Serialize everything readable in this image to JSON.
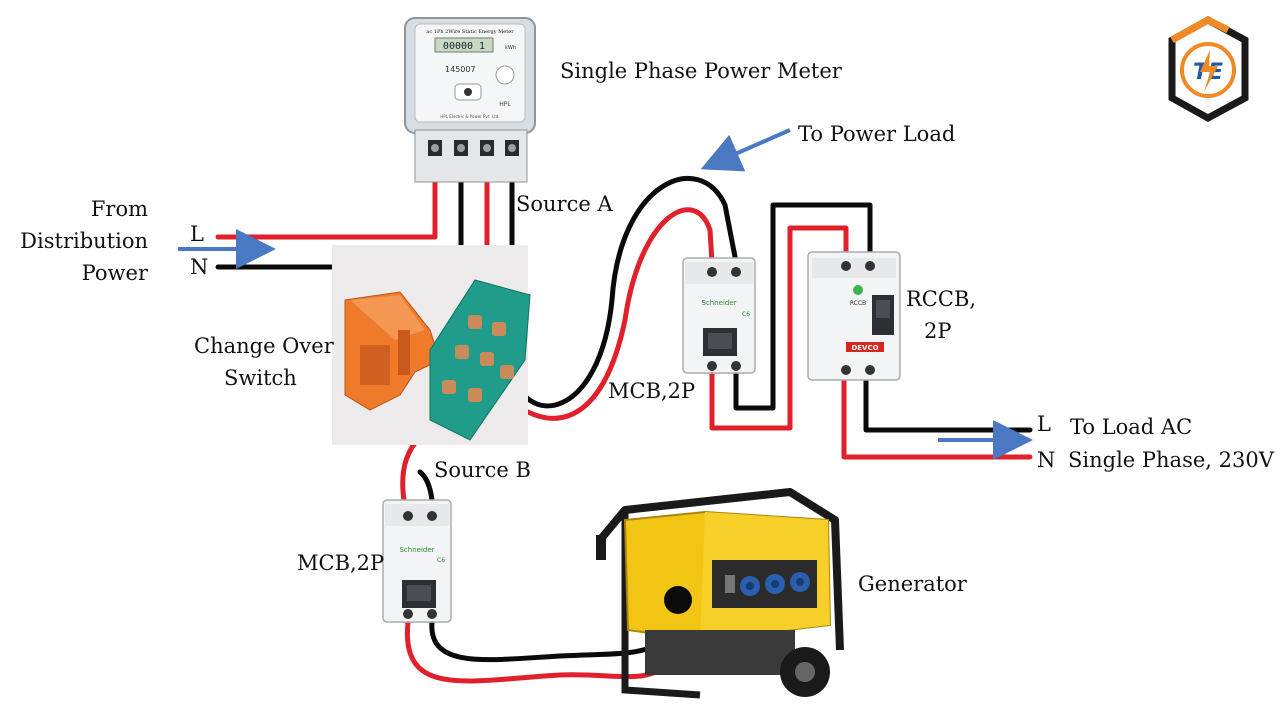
{
  "labels": {
    "meter": "Single Phase Power Meter",
    "meter_face_title": "ac 1Ph 2Wire Static Energy Meter",
    "meter_reading": "00000 1",
    "meter_serial": "145007",
    "meter_kwh": "kWh",
    "meter_brand": "HPL",
    "meter_footer": "HPL Electric & Power Pvt. Ltd.",
    "to_power_load": "To Power Load",
    "from_line1": "From",
    "from_line2": "Distribution",
    "from_line3": "Power",
    "l_in": "L",
    "n_in": "N",
    "source_a": "Source A",
    "source_b": "Source B",
    "change_over_line1": "Change Over",
    "change_over_line2": "Switch",
    "mcb_top": "MCB,2P",
    "mcb_bottom": "MCB,2P",
    "rccb_line1": "RCCB,",
    "rccb_line2": "2P",
    "rccb_face": "RCCB",
    "rccb_brand": "DEVCO",
    "mcb_brand": "Schneider",
    "mcb_rating": "C6",
    "l_out": "L",
    "n_out": "N",
    "to_load_line1": "To Load AC",
    "to_load_line2": "Single Phase, 230V ,",
    "generator": "Generator",
    "logo_text": "TE"
  },
  "colors": {
    "live_wire": "#e0202a",
    "neutral_wire": "#0a0a0a",
    "arrow": "#4a78c2",
    "switch_orange": "#ee7a2a",
    "switch_teal": "#1f9d8a",
    "generator_yellow": "#f2c515",
    "logo_orange": "#f08a24",
    "logo_blue": "#1f5aa6"
  },
  "icons": {
    "logo": "lightning-hexagon-logo",
    "arrow": "flow-arrow-icon"
  }
}
